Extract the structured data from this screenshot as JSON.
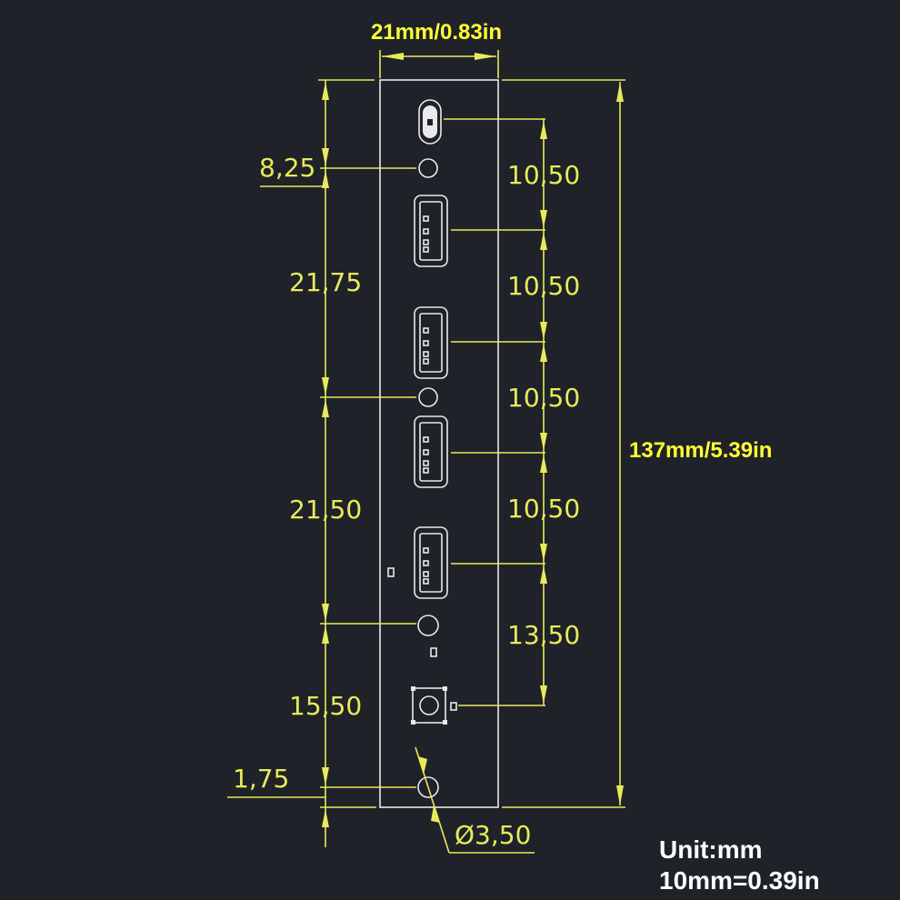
{
  "width_label": "21mm/0.83in",
  "height_label": "137mm/5.39in",
  "left_dims": [
    "8,25",
    "21,75",
    "21,50",
    "15,50",
    "1,75"
  ],
  "right_dims": [
    "10,50",
    "10,50",
    "10,50",
    "10,50",
    "13,50"
  ],
  "hole_dim": "Ø3,50",
  "unit": {
    "line1": "Unit:mm",
    "line2": "10mm=0.39in"
  },
  "colors": {
    "background": "#1f2228",
    "dimension": "#e9ea5a",
    "outline": "#e9e9e9",
    "highlight": "#ffff33"
  }
}
